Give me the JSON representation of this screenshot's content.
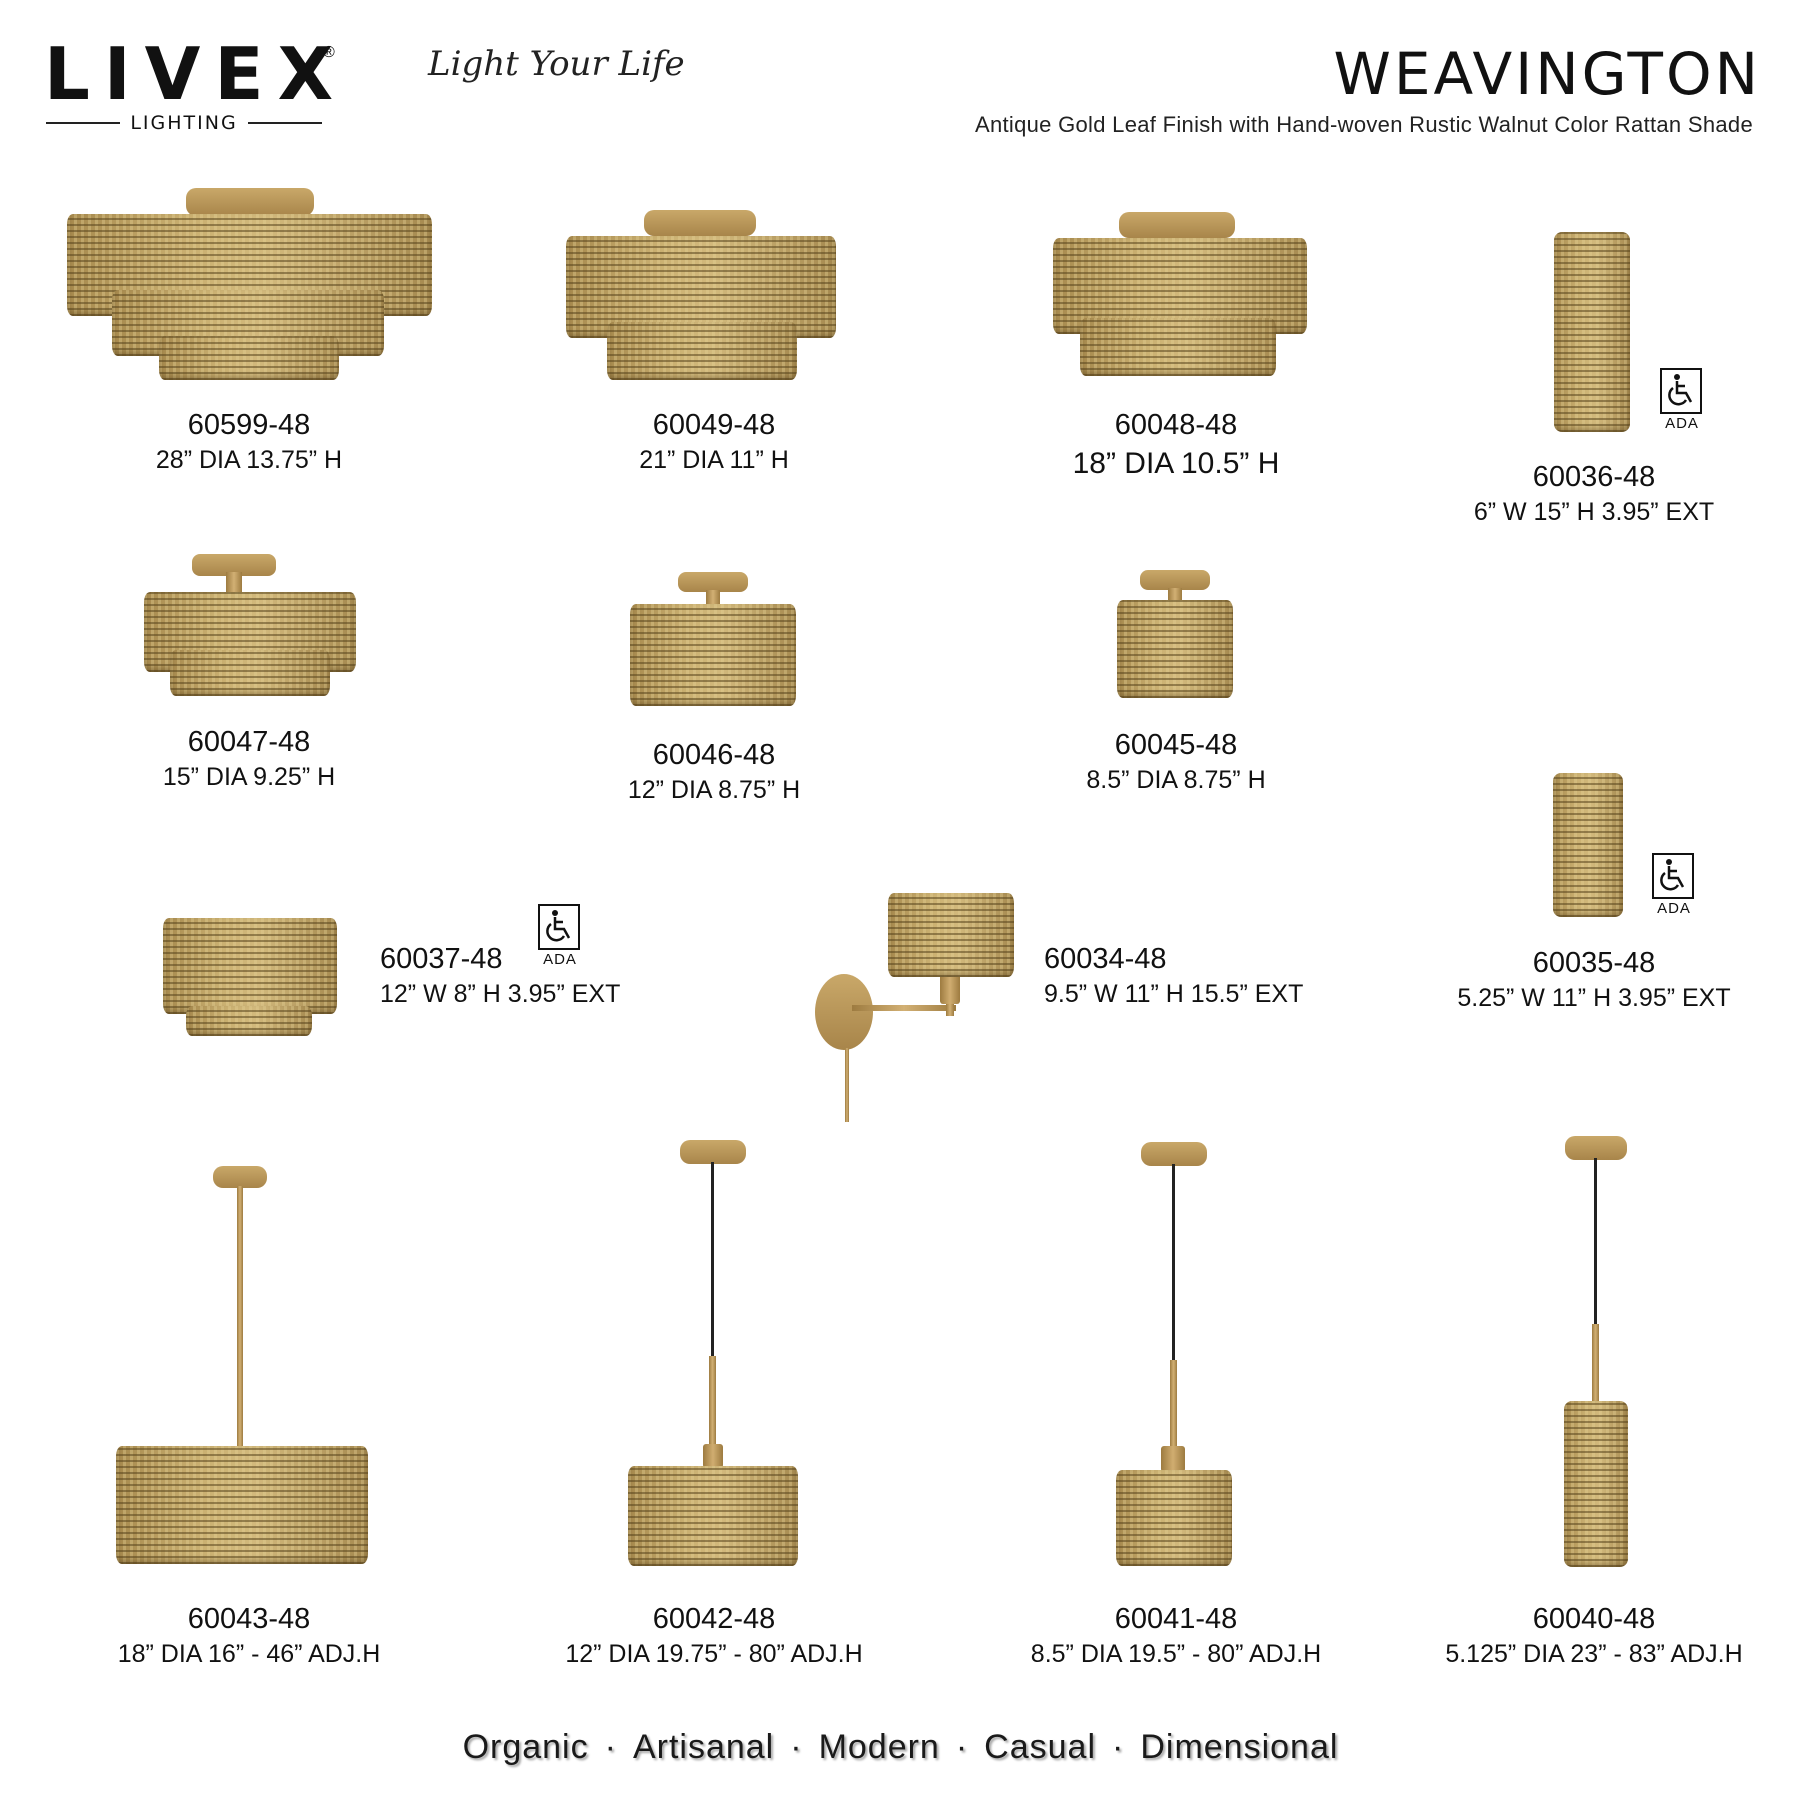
{
  "brand": {
    "name": "LIVEX",
    "registered_mark": "®",
    "subtitle": "LIGHTING",
    "tagline": "Light Your Life"
  },
  "collection": {
    "title": "WEAVINGTON",
    "subtitle": "Antique Gold Leaf Finish with Hand-woven Rustic Walnut Color Rattan Shade"
  },
  "products": [
    {
      "sku": "60599-48",
      "dims": "28” DIA  13.75” H",
      "type": "semi-flush 3-tier",
      "ada": false
    },
    {
      "sku": "60049-48",
      "dims": "21” DIA  11” H",
      "type": "semi-flush 2-tier",
      "ada": false
    },
    {
      "sku": "60048-48",
      "dims": "18” DIA  10.5” H",
      "type": "semi-flush 2-tier",
      "ada": false
    },
    {
      "sku": "60036-48",
      "dims": "6” W  15” H  3.95” EXT",
      "type": "wall sconce",
      "ada": true
    },
    {
      "sku": "60047-48",
      "dims": "15” DIA  9.25” H",
      "type": "semi-flush 2-tier",
      "ada": false
    },
    {
      "sku": "60046-48",
      "dims": "12” DIA  8.75” H",
      "type": "semi-flush drum",
      "ada": false
    },
    {
      "sku": "60045-48",
      "dims": "8.5” DIA  8.75” H",
      "type": "semi-flush drum",
      "ada": false
    },
    {
      "sku": "60037-48",
      "dims": "12” W  8” H  3.95” EXT",
      "type": "wall sconce 2-tier",
      "ada": true
    },
    {
      "sku": "60034-48",
      "dims": "9.5” W  11” H  15.5” EXT",
      "type": "swing arm wall lamp",
      "ada": false
    },
    {
      "sku": "60035-48",
      "dims": "5.25” W  11” H  3.95” EXT",
      "type": "wall sconce",
      "ada": true
    },
    {
      "sku": "60043-48",
      "dims": "18” DIA  16” - 46” ADJ.H",
      "type": "pendant stem",
      "ada": false
    },
    {
      "sku": "60042-48",
      "dims": "12” DIA  19.75” - 80” ADJ.H",
      "type": "pendant cord",
      "ada": false
    },
    {
      "sku": "60041-48",
      "dims": "8.5” DIA  19.5” - 80” ADJ.H",
      "type": "mini pendant cord",
      "ada": false
    },
    {
      "sku": "60040-48",
      "dims": "5.125” DIA  23” - 83” ADJ.H",
      "type": "cylinder pendant cord",
      "ada": false
    }
  ],
  "ada_label": "ADA",
  "footer": {
    "keywords": [
      "Organic",
      "Artisanal",
      "Modern",
      "Casual",
      "Dimensional"
    ],
    "separator": "·"
  },
  "colors": {
    "rattan": "#b89a5c",
    "gold_finish": "#b8954f",
    "text": "#111111",
    "background": "#ffffff"
  }
}
